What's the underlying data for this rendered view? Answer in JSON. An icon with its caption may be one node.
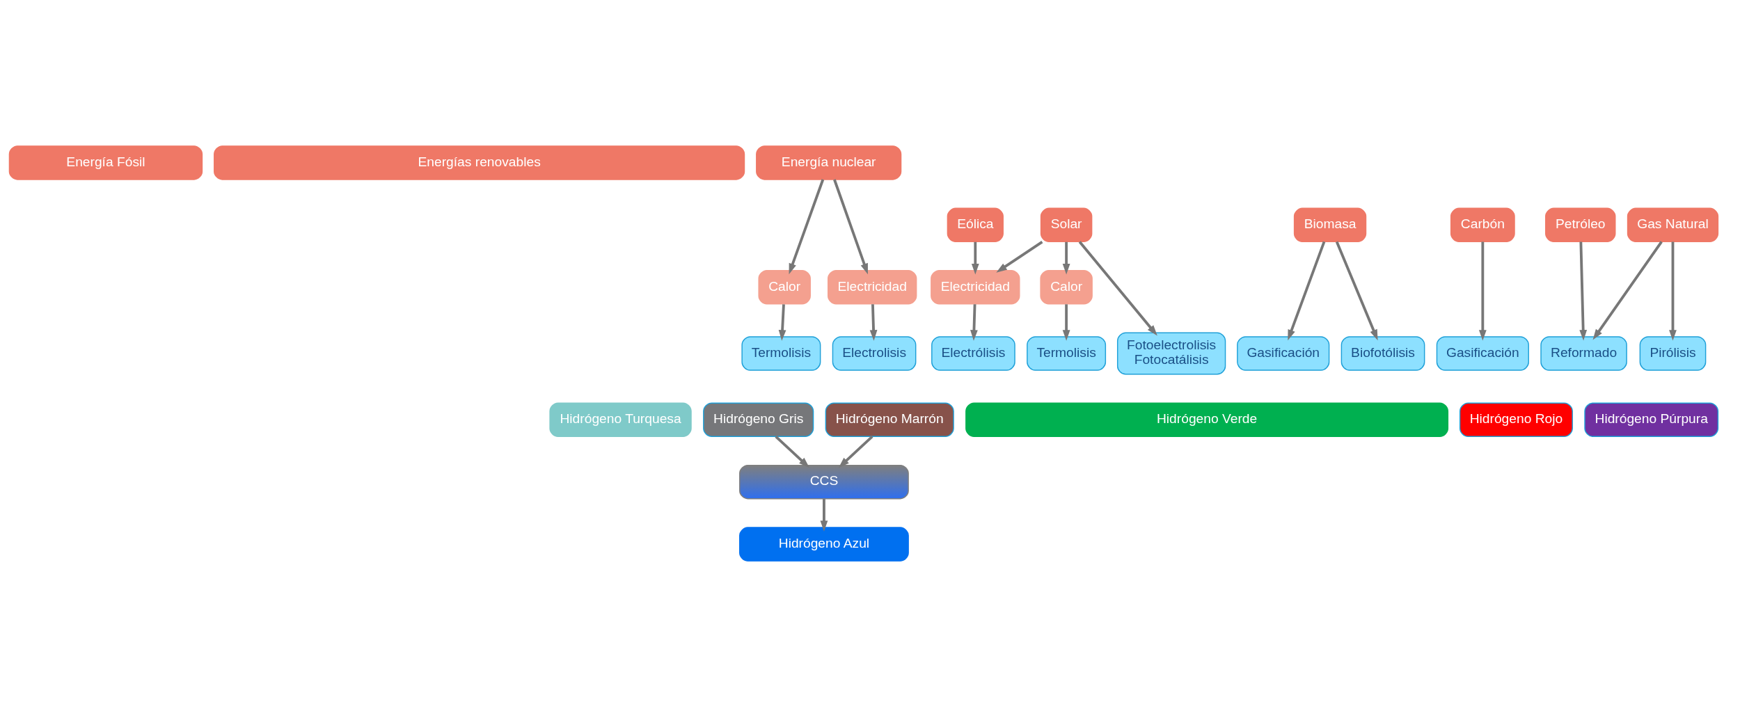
{
  "diagram": {
    "nodes": [
      {
        "text": [
          "Energía Fósil"
        ]
      },
      {
        "text": [
          "Energías renovables"
        ]
      },
      {
        "text": [
          "Energía nuclear"
        ]
      },
      {
        "text": [
          "Gas Natural"
        ]
      },
      {
        "text": [
          "Petróleo"
        ]
      },
      {
        "text": [
          "Carbón"
        ]
      },
      {
        "text": [
          "Biomasa"
        ]
      },
      {
        "text": [
          "Eólica"
        ]
      },
      {
        "text": [
          "Solar"
        ]
      },
      {
        "text": [
          "Electricidad"
        ]
      },
      {
        "text": [
          "Calor"
        ]
      },
      {
        "text": [
          "Calor"
        ]
      },
      {
        "text": [
          "Electricidad"
        ]
      },
      {
        "text": [
          "Pirólisis"
        ]
      },
      {
        "text": [
          "Reformado"
        ]
      },
      {
        "text": [
          "Gasificación"
        ]
      },
      {
        "text": [
          "Gasificación"
        ]
      },
      {
        "text": [
          "Biofotólisis"
        ]
      },
      {
        "text": [
          "Electrólisis"
        ]
      },
      {
        "text": [
          "Fotoelectrolisis",
          "Fotocatálisis"
        ]
      },
      {
        "text": [
          "Termolisis"
        ]
      },
      {
        "text": [
          "Termolisis"
        ]
      },
      {
        "text": [
          "Electrolisis"
        ]
      },
      {
        "text": [
          "Hidrógeno Turquesa"
        ]
      },
      {
        "text": [
          "Hidrógeno Gris"
        ]
      },
      {
        "text": [
          "Hidrógeno Marrón"
        ]
      },
      {
        "text": [
          "Hidrógeno Verde"
        ]
      },
      {
        "text": [
          "Hidrógeno Rojo"
        ]
      },
      {
        "text": [
          "Hidrógeno Púrpura"
        ]
      },
      {
        "text": [
          "CCS"
        ]
      },
      {
        "text": [
          "Hidrógeno Azul"
        ]
      }
    ],
    "edges": [
      {
        "from": 3,
        "to": 13,
        "arrow": "to"
      },
      {
        "from": 3,
        "to": 14,
        "arrow": "to"
      },
      {
        "from": 4,
        "to": 14,
        "arrow": "to"
      },
      {
        "from": 5,
        "to": 15,
        "arrow": "to"
      },
      {
        "from": 6,
        "to": 16,
        "arrow": "to"
      },
      {
        "from": 6,
        "to": 17,
        "arrow": "to"
      },
      {
        "from": 7,
        "to": 9,
        "arrow": "to"
      },
      {
        "from": 8,
        "to": 9,
        "arrow": "to"
      },
      {
        "from": 8,
        "to": 19,
        "arrow": "to"
      },
      {
        "from": 8,
        "to": 10,
        "arrow": "to"
      },
      {
        "from": 9,
        "to": 18,
        "arrow": "to"
      },
      {
        "from": 10,
        "to": 20,
        "arrow": "to"
      },
      {
        "from": 2,
        "to": 11,
        "arrow": "to"
      },
      {
        "from": 2,
        "to": 12,
        "arrow": "to"
      },
      {
        "from": 11,
        "to": 21,
        "arrow": "to"
      },
      {
        "from": 12,
        "to": 22,
        "arrow": "to"
      },
      {
        "from": 24,
        "to": 29,
        "arrow": "to"
      },
      {
        "from": 25,
        "to": 29,
        "arrow": "to"
      },
      {
        "from": 29,
        "to": 30,
        "arrow": "to"
      }
    ]
  }
}
